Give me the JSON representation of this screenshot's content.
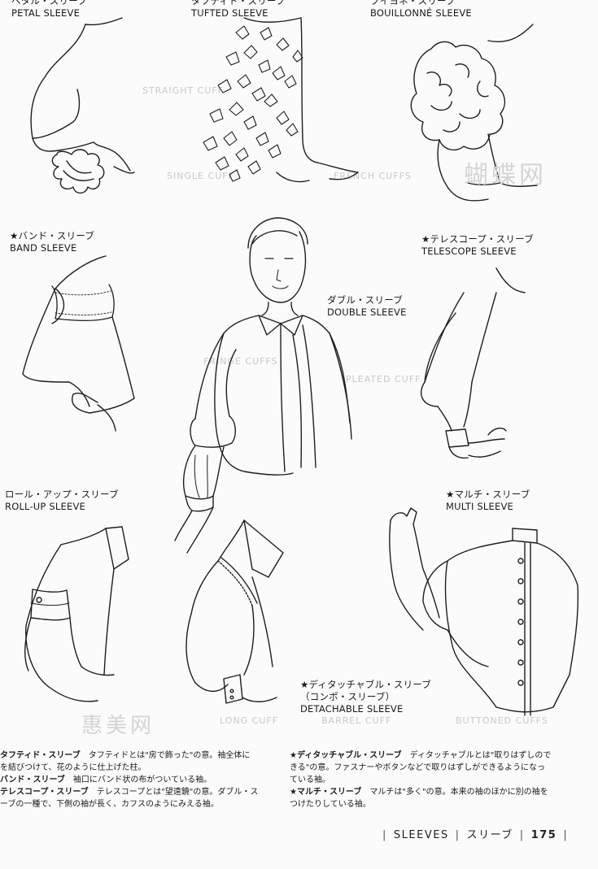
{
  "labels": {
    "petal": {
      "jp": "ペタル・スリーブ",
      "en": "PETAL SLEEVE"
    },
    "tufted": {
      "jp": "タフティド・スリーブ",
      "en": "TUFTED SLEEVE"
    },
    "bouillonne": {
      "jp": "ブイヨネ・スリーブ",
      "en": "BOUILLONNÉ SLEEVE"
    },
    "band": {
      "jp": "★バンド・スリーブ",
      "en": "BAND SLEEVE"
    },
    "telescope": {
      "jp": "★テレスコープ・スリーブ",
      "en": "TELESCOPE SLEEVE"
    },
    "double": {
      "jp": "ダブル・スリーブ",
      "en": "DOUBLE SLEEVE"
    },
    "rollup": {
      "jp": "ロール・アップ・スリーブ",
      "en": "ROLL-UP SLEEVE"
    },
    "multi": {
      "jp": "★マルチ・スリーブ",
      "en": "MULTI SLEEVE"
    },
    "detachable": {
      "jp": "★ディタッチャブル・スリーブ",
      "jp2": "（コンポ・スリーブ）",
      "en": "DETACHABLE SLEEVE"
    }
  },
  "descriptions_left": [
    {
      "term": "タフティド・スリーブ",
      "text": "　タフティドとは\"房で飾った\"の意。袖全体に"
    },
    {
      "term": "",
      "text": "を結びつけて、花のように仕上げた柱。"
    },
    {
      "term": "バンド・スリーブ",
      "text": "　袖口にバンド状の布がついている袖。"
    },
    {
      "term": "テレスコープ・スリーブ",
      "text": "　テレスコープとは\"望遠鏡\"の意。ダブル・ス"
    },
    {
      "term": "",
      "text": "ーブの一種で、下側の袖が長く、カフスのようにみえる袖。"
    }
  ],
  "descriptions_right": [
    {
      "term": "★ディタッチャブル・スリーブ",
      "text": "　ディタッチャブルとは\"取りはずしので"
    },
    {
      "term": "",
      "text": "きる\"の意。ファスナーやボタンなどで取りはずしができるようになっ"
    },
    {
      "term": "",
      "text": "ている袖。"
    },
    {
      "term": "★マルチ・スリーブ",
      "text": "　マルチは\"多く\"の意。本来の袖のほかに別の袖を"
    },
    {
      "term": "",
      "text": "つけたりしている袖。"
    }
  ],
  "watermarks": {
    "top": "蝴蝶网",
    "bottom": "惠美网"
  },
  "ghost_text": [
    "STRAIGHT CUFF",
    "SINGLE CUFF",
    "FRENCH CUFFS",
    "FRINGE CUFFS",
    "PLEATED CUFF",
    "LONG CUFF",
    "BARREL CUFF",
    "BUTTONED CUFFS"
  ],
  "footer": {
    "section": "SLEEVES",
    "section_jp": "スリーブ",
    "page": "175"
  }
}
